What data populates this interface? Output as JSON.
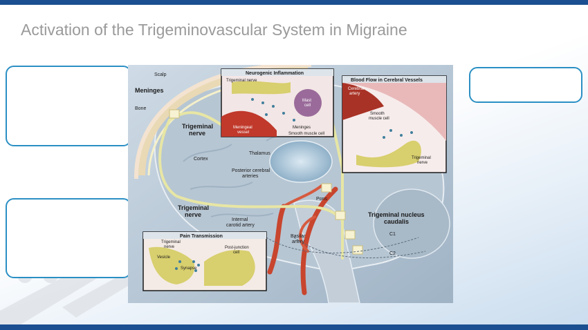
{
  "slide": {
    "title": "Activation of the Trigeminovascular System in Migraine"
  },
  "colors": {
    "accent_bar": "#1b4f91",
    "callout_border": "#2a8fc4",
    "title_text": "#9a9a9a"
  },
  "figure": {
    "labels": {
      "scalp": "Scalp",
      "meninges": "Meninges",
      "bone": "Bone",
      "trigeminal_nerve_upper": "Trigeminal",
      "trigeminal_nerve_upper_2": "nerve",
      "cortex": "Cortex",
      "thalamus": "Thalamus",
      "posterior_cerebral": "Posterior cerebral",
      "posterior_cerebral_2": "arteries",
      "trigeminal_nerve_lower": "Trigeminal",
      "trigeminal_nerve_lower_2": "nerve",
      "internal_carotid": "Internal",
      "internal_carotid_2": "carotid artery",
      "pons": "Pons",
      "basilar": "Basilar",
      "basilar_2": "artery",
      "nucleus": "Trigeminal nucleus",
      "nucleus_2": "caudalis",
      "c1": "C1",
      "c2": "C2"
    },
    "inset_neurogenic": {
      "title": "Neurogenic Inflammation",
      "trigeminal_nerve": "Trigeminal nerve",
      "mast_cell": "Mast",
      "mast_cell_2": "cell",
      "meningeal_vessel": "Meningeal",
      "meningeal_vessel_2": "vessel",
      "meninges": "Meninges",
      "smooth_muscle": "Smooth muscle cell"
    },
    "inset_blood_flow": {
      "title": "Blood Flow in Cerebral Vessels",
      "cerebral_artery": "Cerebral",
      "cerebral_artery_2": "artery",
      "smooth_muscle": "Smooth",
      "smooth_muscle_2": "muscle cell",
      "trigeminal_nerve": "Trigeminal",
      "trigeminal_nerve_2": "nerve"
    },
    "inset_pain": {
      "title": "Pain Transmission",
      "trigeminal_nerve": "Trigeminal",
      "trigeminal_nerve_2": "nerve",
      "vesicle": "Vesicle",
      "synapse": "Synapse",
      "post_junction": "Post-junction",
      "post_junction_2": "cell"
    }
  }
}
